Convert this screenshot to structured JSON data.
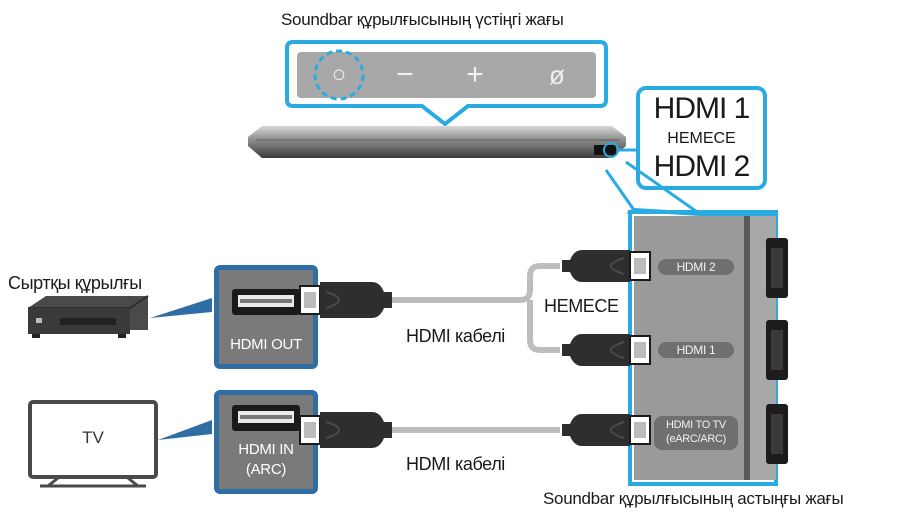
{
  "top_panel": {
    "title": "Soundbar құрылғысының үстіңгі жағы",
    "buttons": [
      "○",
      "−",
      "+",
      "ø"
    ]
  },
  "soundbar_port_callout": {
    "line1": "HDMI 1",
    "line2": "HEMECE",
    "line3": "HDMI 2"
  },
  "external_device": {
    "label": "Сыртқы құрылғы",
    "port_label": "HDMI OUT"
  },
  "tv": {
    "label": "TV",
    "port_label_line1": "HDMI IN",
    "port_label_line2": "(ARC)"
  },
  "cables": {
    "upper_label": "HDMI кабелі",
    "lower_label": "HDMI кабелі",
    "or_label": "HEMECE"
  },
  "rear_panel": {
    "title": "Soundbar құрылғысының астыңғы жағы",
    "port_hdmi2": "HDMI 2",
    "port_hdmi1": "HDMI 1",
    "port_tv_line1": "HDMI TO TV",
    "port_tv_line2": "(eARC/ARC)"
  },
  "colors": {
    "accent": "#29abe2",
    "panel_gray": "#9c9c9c",
    "port_box": "#2f6ea5",
    "cable": "#bdbdbd"
  }
}
